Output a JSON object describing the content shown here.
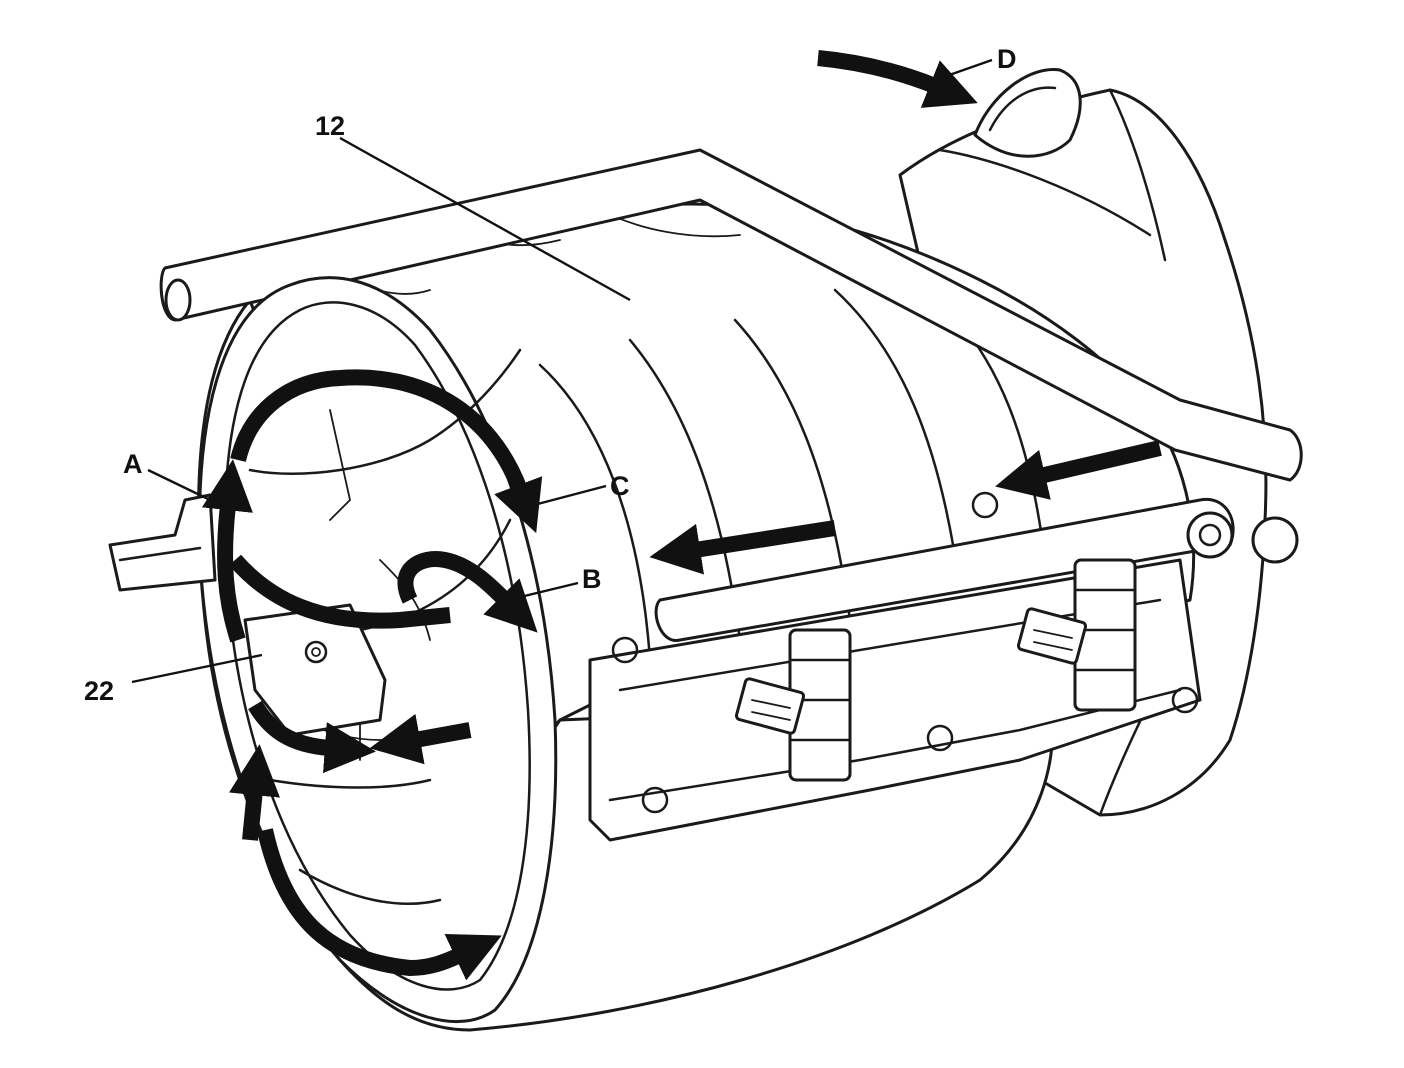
{
  "diagram": {
    "callouts": {
      "part_12": "12",
      "part_22": "22",
      "flow_a": "A",
      "flow_b": "B",
      "flow_c": "C",
      "flow_d": "D"
    },
    "colors": {
      "line": "#1a1a1a",
      "arrow": "#111111",
      "background": "#ffffff"
    }
  }
}
